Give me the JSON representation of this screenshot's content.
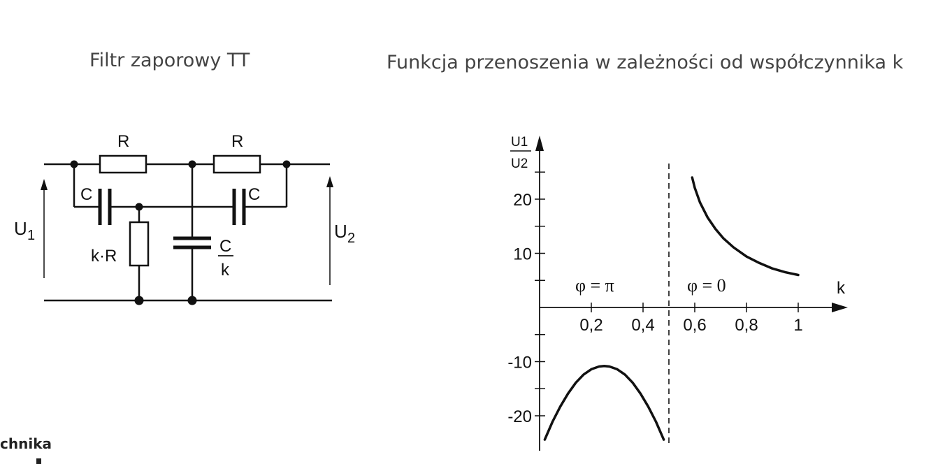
{
  "slide": {
    "left_title": "Filtr zaporowy TT",
    "right_title": "Funkcja przenoszenia w zależności od współczynnika k",
    "logo_text": "chnika"
  },
  "circuit": {
    "resistor_left": "R",
    "resistor_right": "R",
    "cap_left": "C",
    "cap_right": "C",
    "cap_mid_num": "C",
    "cap_mid_den": "k",
    "resistor_kr": "k·R",
    "input_voltage": "U",
    "input_sub": "1",
    "output_voltage": "U",
    "output_sub": "2"
  },
  "chart_data": {
    "type": "line",
    "title": "",
    "xlabel": "k",
    "ylabel_num": "U1",
    "ylabel_den": "U2",
    "x_ticks": [
      "0,2",
      "0,4",
      "0,6",
      "0,8",
      "1"
    ],
    "x_tick_values": [
      0.2,
      0.4,
      0.6,
      0.8,
      1.0
    ],
    "y_ticks": [
      "20",
      "10",
      "-10",
      "-20"
    ],
    "y_tick_values": [
      20,
      10,
      -10,
      -20
    ],
    "xlim": [
      0,
      1.2
    ],
    "ylim": [
      -25,
      30
    ],
    "asymptote_x": 0.5,
    "phase_labels": [
      {
        "text": "φ = π"
      },
      {
        "text": "φ = 0"
      }
    ],
    "series": [
      {
        "x": [
          0.02,
          0.05,
          0.08,
          0.11,
          0.14,
          0.17,
          0.2,
          0.23,
          0.25,
          0.27,
          0.3,
          0.33,
          0.36,
          0.39,
          0.42,
          0.45,
          0.48
        ],
        "values": [
          -24.4,
          -21.1,
          -18.3,
          -15.9,
          -13.9,
          -12.4,
          -11.4,
          -10.9,
          -10.8,
          -10.9,
          -11.4,
          -12.4,
          -13.9,
          -15.9,
          -18.3,
          -21.1,
          -24.4
        ]
      },
      {
        "x": [
          0.59,
          0.6,
          0.62,
          0.65,
          0.68,
          0.71,
          0.75,
          0.8,
          0.85,
          0.9,
          0.95,
          1.0
        ],
        "values": [
          24.0,
          22.1,
          19.4,
          16.6,
          14.5,
          12.8,
          11.1,
          9.4,
          8.2,
          7.2,
          6.5,
          6.0
        ]
      }
    ]
  }
}
